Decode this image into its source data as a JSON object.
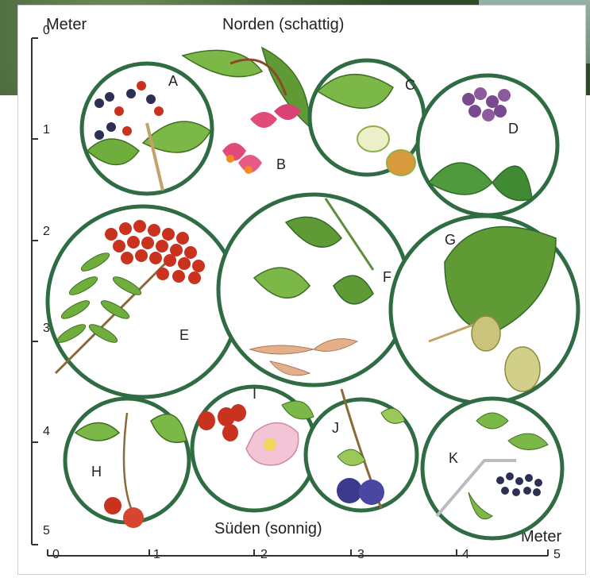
{
  "header": {
    "north_label": "Norden (schattig)",
    "south_label": "Süden (sonnig)"
  },
  "axes": {
    "y_unit": "Meter",
    "x_unit": "Meter",
    "y_ticks": [
      "0",
      "1",
      "2",
      "3",
      "4",
      "5"
    ],
    "x_ticks": [
      "0",
      "1",
      "2",
      "3",
      "4",
      "5"
    ]
  },
  "plants": [
    {
      "letter": "A"
    },
    {
      "letter": "B"
    },
    {
      "letter": "C"
    },
    {
      "letter": "D"
    },
    {
      "letter": "E"
    },
    {
      "letter": "F"
    },
    {
      "letter": "G"
    },
    {
      "letter": "H"
    },
    {
      "letter": "I"
    },
    {
      "letter": "J"
    },
    {
      "letter": "K"
    }
  ],
  "colors": {
    "circle_outline": "#2f6b43",
    "leaf_green": "#6fae3c",
    "berry_red": "#c8321e",
    "berry_dark": "#2d2f55",
    "berry_purple": "#7a4a8f"
  }
}
